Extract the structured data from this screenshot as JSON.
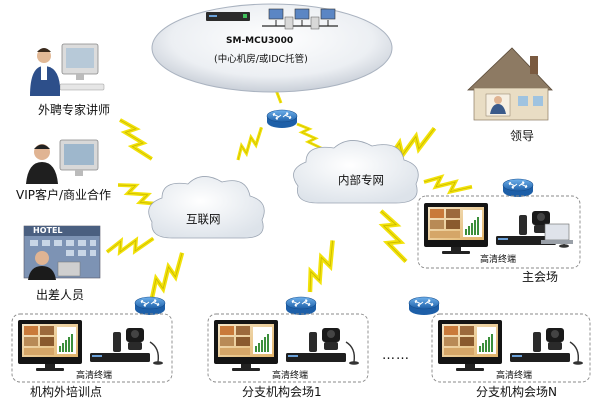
{
  "mcu": {
    "model": "SM-MCU3000",
    "location": "(中心机房/或IDC托管)"
  },
  "clouds": {
    "internet": "互联网",
    "private_net": "内部专网"
  },
  "remote_users": {
    "expert": "外聘专家讲师",
    "vip": "VIP客户/商业合作",
    "travel": "出差人员",
    "hotel_sign": "HOTEL",
    "leader": "领导"
  },
  "sites": {
    "main": "主会场",
    "training": "机构外培训点",
    "branch1": "分支机构会场1",
    "branchN": "分支机构会场N",
    "ellipsis": "……"
  },
  "terminal_label": "高清终端"
}
